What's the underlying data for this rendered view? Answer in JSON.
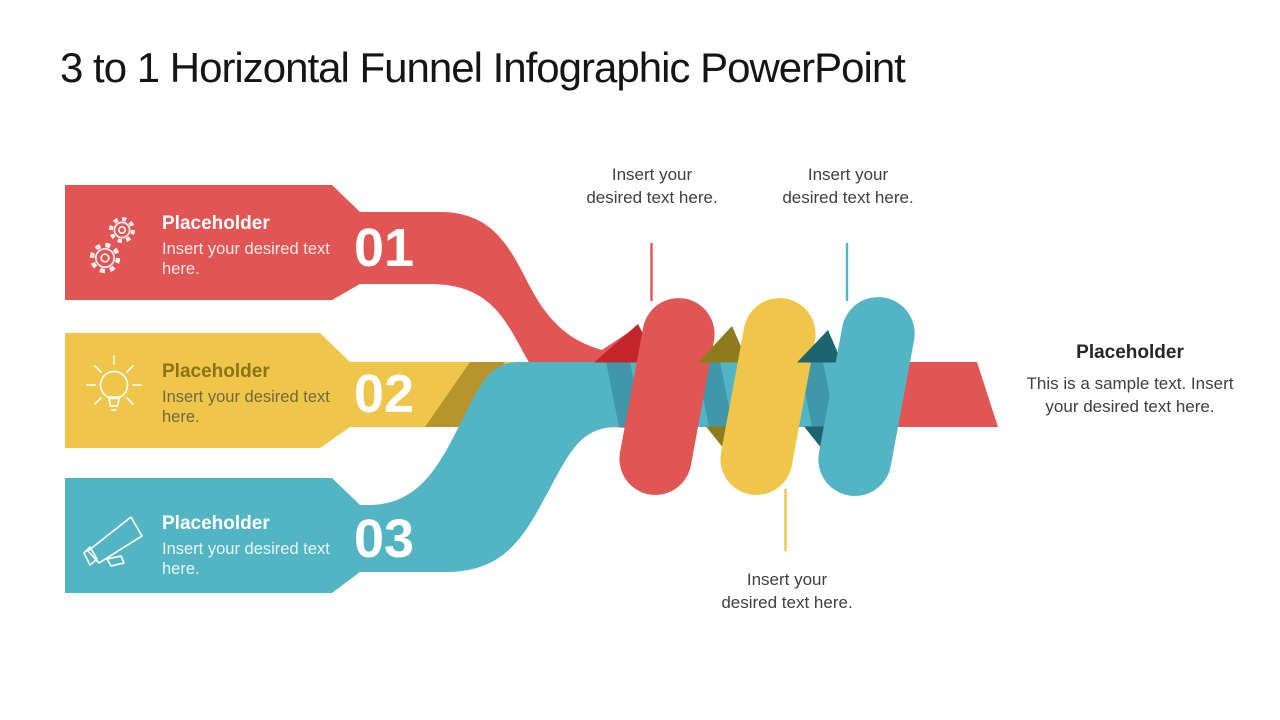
{
  "slide": {
    "title": "3 to 1 Horizontal Funnel Infographic PowerPoint",
    "background": "#ffffff"
  },
  "colors": {
    "red": "#E15655",
    "red_dark": "#C2262B",
    "yellow": "#EFC64A",
    "yellow_dark": "#8E7C1C",
    "yellow_shadow": "#B5952C",
    "teal": "#53B5C4",
    "teal_dark": "#1D6370",
    "teal_shadow": "#3E98AA",
    "text_dark": "#3F3F3F",
    "icon_stroke": "#FFFFFF"
  },
  "banners": [
    {
      "number": "01",
      "heading": "Placeholder",
      "body": "Insert your desired text here.",
      "icon": "gears-icon"
    },
    {
      "number": "02",
      "heading": "Placeholder",
      "body": "Insert your desired text here.",
      "icon": "lightbulb-icon"
    },
    {
      "number": "03",
      "heading": "Placeholder",
      "body": "Insert your desired text here.",
      "icon": "megaphone-icon"
    }
  ],
  "callouts": [
    {
      "position": "top-left",
      "text": "Insert your desired text here."
    },
    {
      "position": "top-right",
      "text": "Insert your desired text here."
    },
    {
      "position": "bottom",
      "text": "Insert your desired text here."
    }
  ],
  "side_note": {
    "heading": "Placeholder",
    "body": "This is a sample text. Insert your desired text here."
  }
}
